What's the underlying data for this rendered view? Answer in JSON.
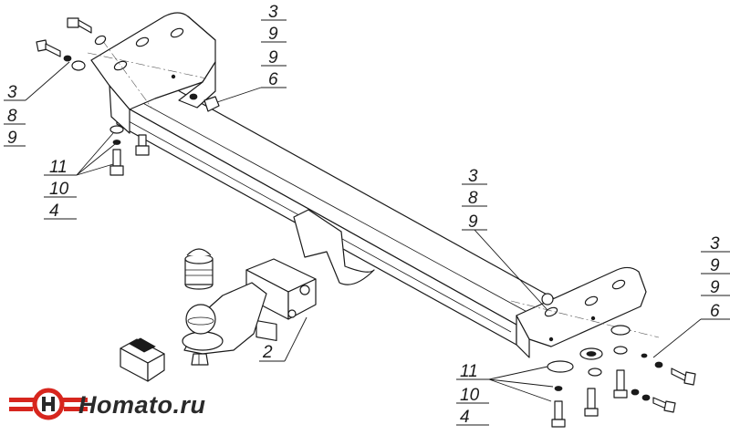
{
  "callouts": {
    "top_right_stack": [
      "3",
      "9",
      "9",
      "6"
    ],
    "left_stack": [
      "3",
      "8",
      "9"
    ],
    "left_bolt_stack": [
      "11",
      "10",
      "4"
    ],
    "mid_stack": [
      "3",
      "8",
      "9"
    ],
    "right_stack": [
      "3",
      "9",
      "9",
      "6"
    ],
    "right_bolt_stack": [
      "11",
      "10",
      "4"
    ],
    "part_2": "2"
  },
  "logo": {
    "text": "Homato.ru",
    "brand_color": "#d7261e",
    "text_color": "#2a2a2a",
    "icon": "steering-wheel-logo-icon"
  }
}
